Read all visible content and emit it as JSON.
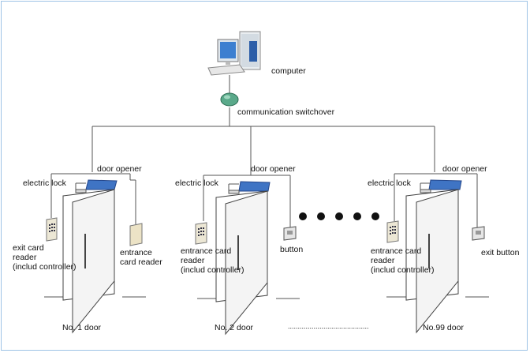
{
  "labels": {
    "computer": "computer",
    "switchover": "communication switchover",
    "door_opener": "door opener",
    "electric_lock": "electric lock",
    "exit_reader": "exit card\nreader\n(includ controller)",
    "entrance_reader_1": "entrance\ncard reader",
    "entrance_reader_2": "entrance card\nreader\n(includ controller)",
    "entrance_reader_99": "entrance card\nreader\n(includ controller)",
    "button": "button",
    "exit_button": "exit button",
    "door1": "No. 1 door",
    "door2": "No. 2 door",
    "door99": "No.99 door",
    "ellipsis": "........................................."
  },
  "colors": {
    "frame": "#9ec3e6",
    "wire": "#555555",
    "door_fill": "#f4f4f4",
    "door_line": "#444444",
    "opener_blue": "#3f74c4",
    "switch_green": "#5aa98a",
    "dot": "#111111"
  },
  "icons": [
    "computer-icon",
    "switchover-icon",
    "card-reader-icon",
    "button-icon",
    "door-opener-icon"
  ]
}
